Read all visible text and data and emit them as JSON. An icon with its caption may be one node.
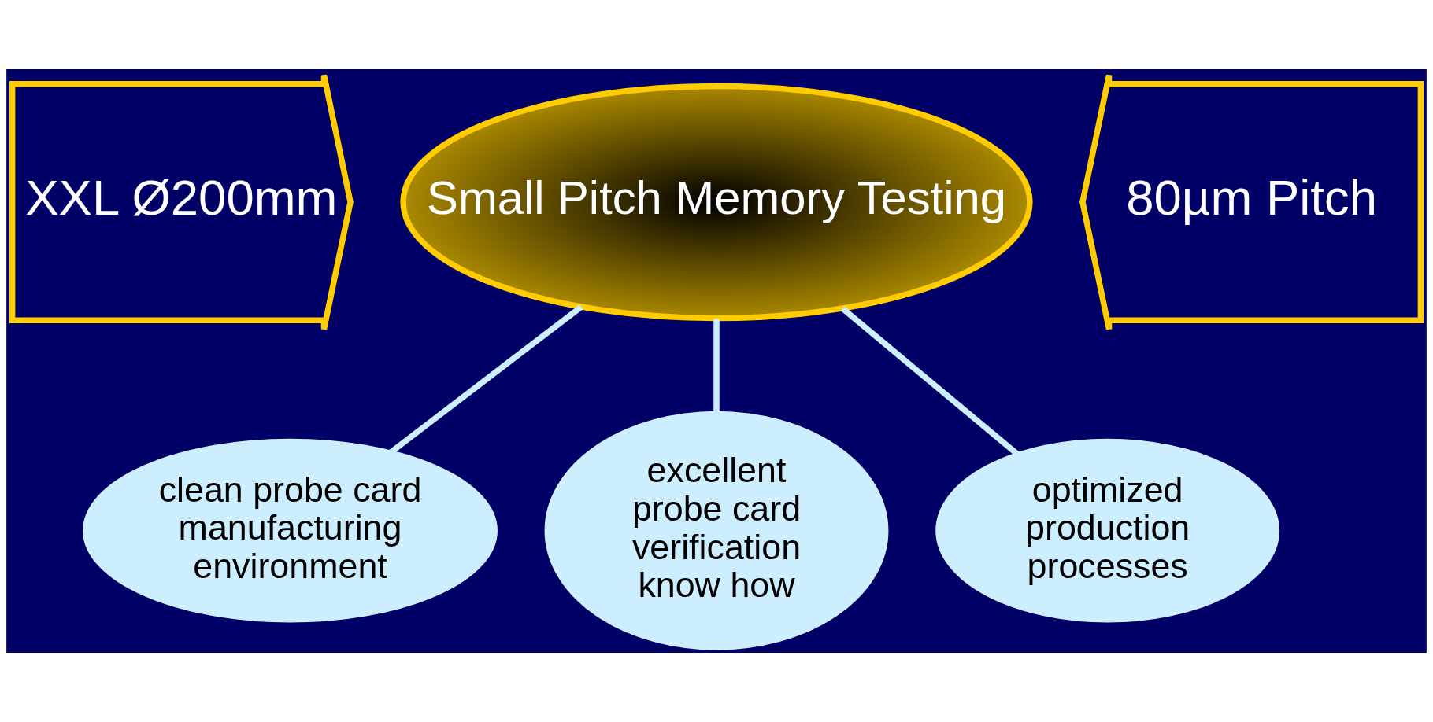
{
  "diagram": {
    "nodes": [
      {
        "text": [
          "XXL Ø200mm"
        ]
      },
      {
        "text": [
          "Small Pitch Memory Testing"
        ]
      },
      {
        "text": [
          "80µm Pitch"
        ]
      },
      {
        "text": [
          "clean probe card manufacturing environment"
        ]
      },
      {
        "text": [
          "excellent probe card verification know how"
        ]
      },
      {
        "text": [
          "optimized production processes"
        ]
      }
    ],
    "edges": [
      {
        "from": 3,
        "to": 1,
        "arrow": "none"
      },
      {
        "from": 4,
        "to": 1,
        "arrow": "none"
      },
      {
        "from": 5,
        "to": 1,
        "arrow": "none"
      }
    ]
  }
}
